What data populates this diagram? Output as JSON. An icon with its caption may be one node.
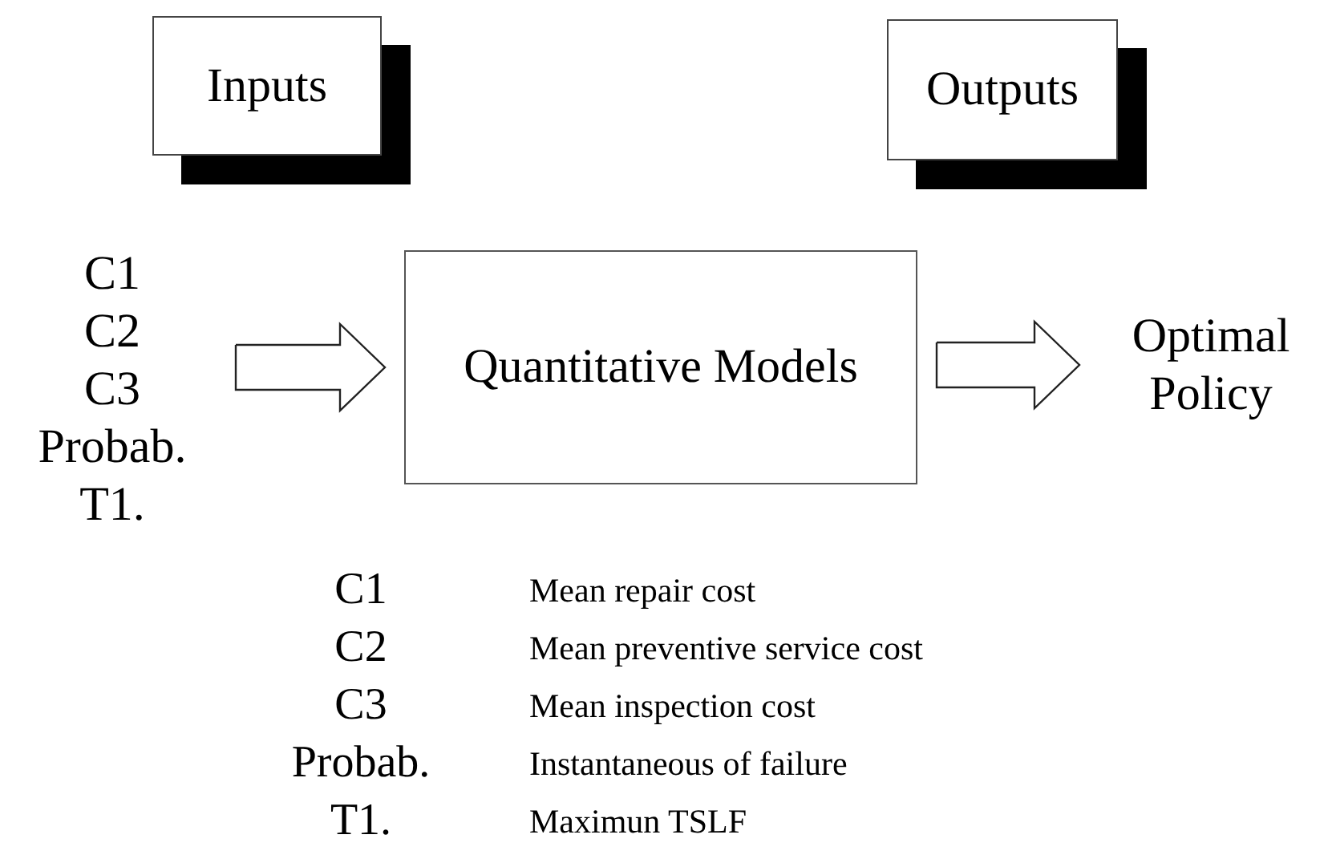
{
  "diagram": {
    "nodes": [
      {
        "text": [
          "Inputs"
        ]
      },
      {
        "text": [
          "Outputs"
        ]
      },
      {
        "text": [
          "C1",
          "C2",
          "C3",
          "Probab.",
          "T1."
        ]
      },
      {
        "text": [
          "Quantitative Models"
        ]
      },
      {
        "text": [
          "Optimal Policy"
        ]
      }
    ],
    "edges": [
      {
        "from": 2,
        "to": 3,
        "arrow": "to"
      },
      {
        "from": 3,
        "to": 4,
        "arrow": "to"
      }
    ],
    "labels": [
      "C1",
      "Mean repair cost",
      "C2",
      "Mean preventive service cost",
      "C3",
      "Mean inspection cost",
      "Probab.",
      "Instantaneous of failure",
      "T1.",
      "Maximun TSLF"
    ]
  }
}
